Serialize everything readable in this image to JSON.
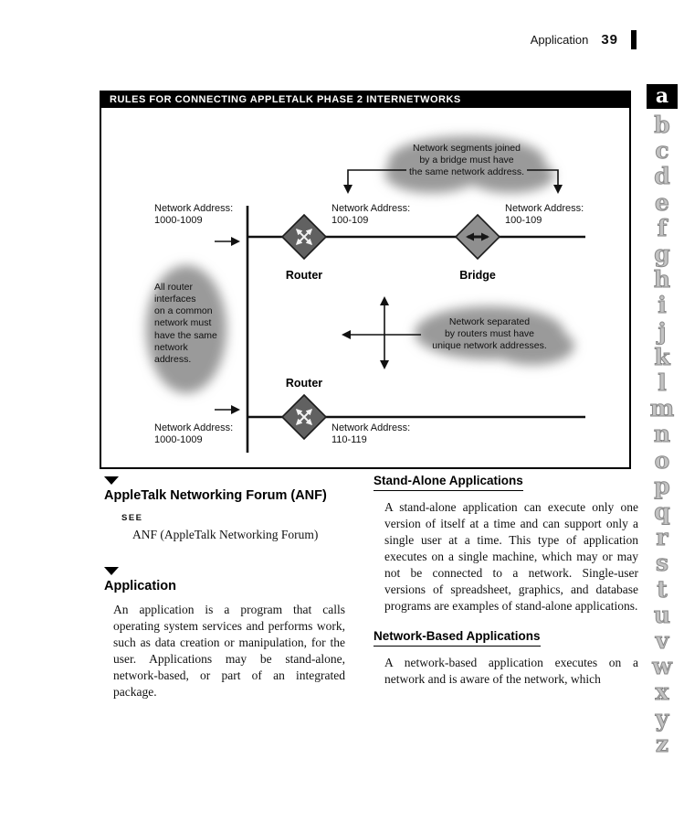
{
  "header": {
    "section": "Application",
    "page_number": "39"
  },
  "alpha_index": {
    "active_letter": "a",
    "letters": [
      "a",
      "b",
      "c",
      "d",
      "e",
      "f",
      "g",
      "h",
      "i",
      "j",
      "k",
      "l",
      "m",
      "n",
      "o",
      "p",
      "q",
      "r",
      "s",
      "t",
      "u",
      "v",
      "w",
      "x",
      "y",
      "z"
    ]
  },
  "diagram": {
    "title": "RULES FOR CONNECTING APPLETALK PHASE 2 INTERNETWORKS",
    "callouts": {
      "bridge_note": "Network segments joined\nby a bridge must have\nthe same network address.",
      "router_note": "All router\ninterfaces\non a common\nnetwork must\nhave the same\nnetwork\naddress.",
      "separated_note": "Network separated\nby routers must have\nunique network addresses."
    },
    "labels": {
      "net_top_left": "Network Address:\n1000-1009",
      "net_router1": "Network Address:\n100-109",
      "net_bridge": "Network Address:\n100-109",
      "net_bottom_left": "Network Address:\n1000-1009",
      "net_router2": "Network Address:\n110-119",
      "router1": "Router",
      "bridge": "Bridge",
      "router2": "Router"
    }
  },
  "entries": {
    "anf": {
      "title": "AppleTalk Networking Forum (ANF)",
      "see_label": "SEE",
      "see_target": "ANF (AppleTalk Networking Forum)"
    },
    "application": {
      "title": "Application",
      "body": "An application is a program that calls operating system services and performs work, such as data creation or manipulation, for the user. Applications may be stand-alone, network-based, or part of an integrated package."
    },
    "stand_alone": {
      "title": "Stand-Alone Applications",
      "body": "A stand-alone application can execute only one version of itself at a time and can support only a single user at a time. This type of application executes on a single machine, which may or may not be connected to a network. Single-user versions of spreadsheet, graphics, and database programs are examples of stand-alone applications."
    },
    "network_based": {
      "title": "Network-Based Applications",
      "body": "A network-based application executes on a network and is aware of the network, which"
    }
  }
}
